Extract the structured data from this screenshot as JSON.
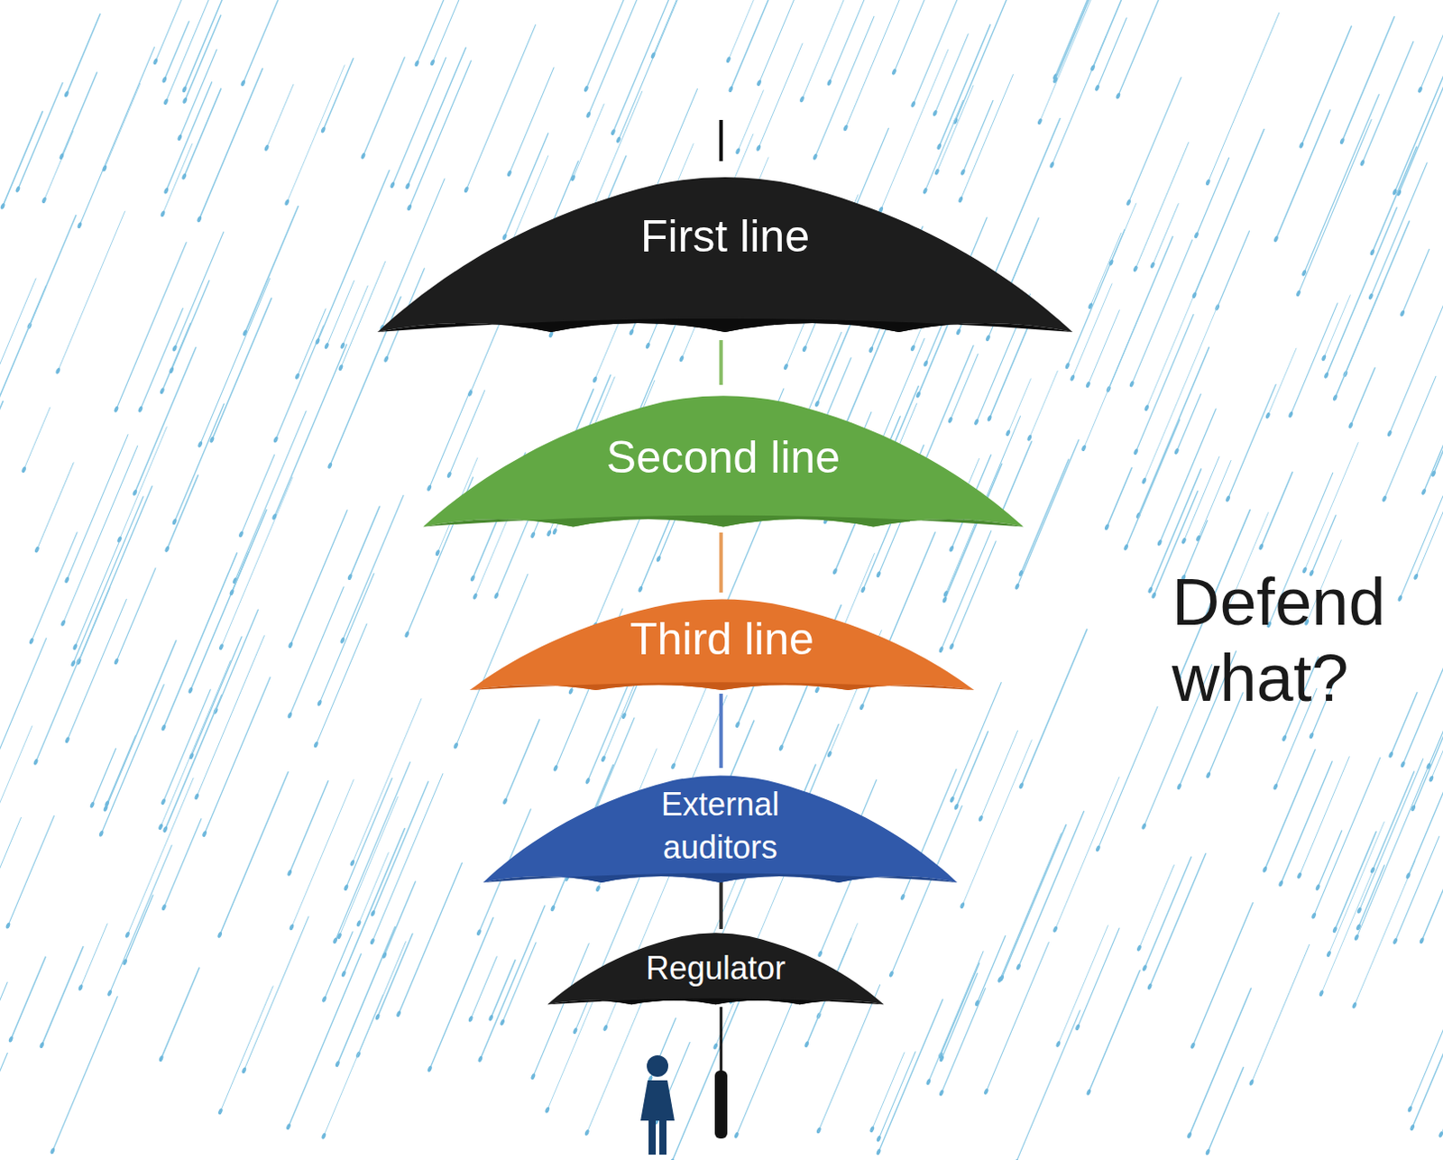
{
  "diagram": {
    "nodes": [
      {
        "text": [
          "First line"
        ]
      },
      {
        "text": [
          "Second line"
        ]
      },
      {
        "text": [
          "Third line"
        ]
      },
      {
        "text": [
          "External auditors"
        ]
      },
      {
        "text": [
          "Regulator"
        ]
      }
    ],
    "labels": [
      "Defend what?"
    ]
  }
}
